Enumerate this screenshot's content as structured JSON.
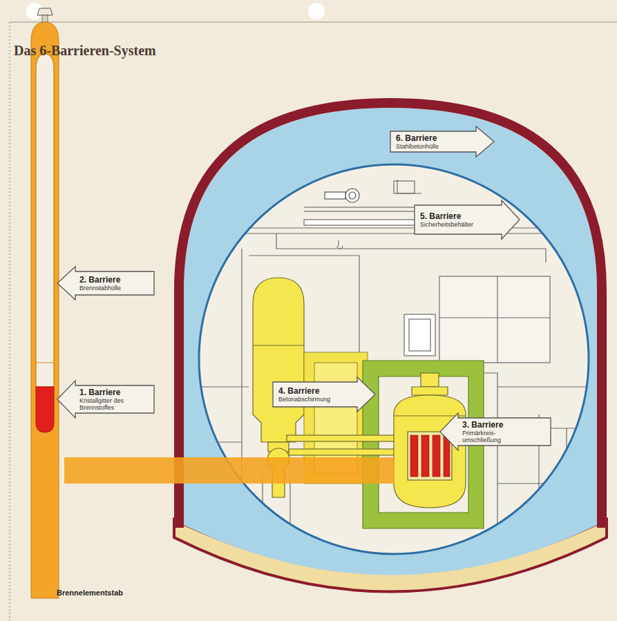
{
  "diagram": {
    "title": "Das 6-Barrieren-System",
    "nodes": [
      {
        "text": [
          "6. Barriere",
          "Stahlbetonhülle"
        ]
      },
      {
        "text": [
          "5. Barriere",
          "Sicherheitsbehälter"
        ]
      },
      {
        "text": [
          "2. Barriere",
          "Brennstabhülle"
        ]
      },
      {
        "text": [
          "4. Barriere",
          "Betonabschirmung"
        ]
      },
      {
        "text": [
          "1. Barriere",
          "Kristallgitter des Brennstoffes"
        ]
      },
      {
        "text": [
          "3. Barriere",
          "Primärkreis- umschließung"
        ]
      }
    ],
    "labels": [
      "Brennelementstab"
    ]
  }
}
